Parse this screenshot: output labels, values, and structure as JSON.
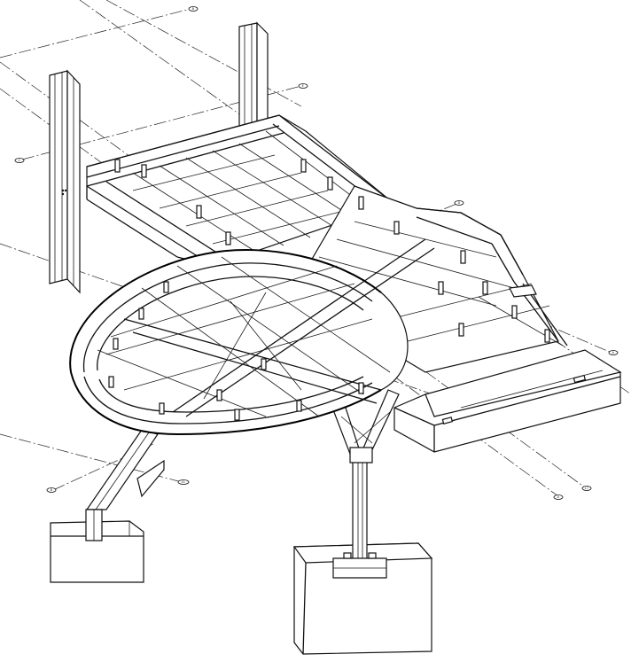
{
  "drawing": {
    "line_color": "#111111",
    "background": "#ffffff"
  },
  "callouts": [
    {
      "id": "tag-1",
      "text": "B"
    },
    {
      "id": "tag-2",
      "text": "E"
    },
    {
      "id": "tag-3",
      "text": "C"
    },
    {
      "id": "tag-4",
      "text": "D"
    },
    {
      "id": "tag-5",
      "text": "A"
    },
    {
      "id": "tag-6",
      "text": "13"
    },
    {
      "id": "tag-7",
      "text": "B"
    },
    {
      "id": "tag-8",
      "text": "A"
    },
    {
      "id": "tag-9",
      "text": "17"
    }
  ]
}
